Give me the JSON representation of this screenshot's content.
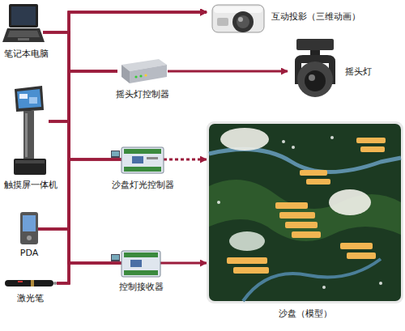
{
  "diagram": {
    "nodes": [
      {
        "text": [
          "笔记本电脑"
        ]
      },
      {
        "text": [
          "触摸屏一体机"
        ]
      },
      {
        "text": [
          "PDA"
        ]
      },
      {
        "text": [
          "激光笔"
        ]
      },
      {
        "text": [
          "互动投影（三维动画）"
        ]
      },
      {
        "text": [
          "摇头灯控制器"
        ]
      },
      {
        "text": [
          "摇头灯"
        ]
      },
      {
        "text": [
          "沙盘灯光控制器"
        ]
      },
      {
        "text": [
          "控制接收器"
        ]
      },
      {
        "text": [
          "沙盘（模型）"
        ]
      }
    ],
    "edges": [
      {
        "from": 0,
        "to": 4,
        "arrow": "to"
      },
      {
        "from": 0,
        "to": 5,
        "arrow": "none"
      },
      {
        "from": 0,
        "to": 7,
        "arrow": "none"
      },
      {
        "from": 0,
        "to": 8,
        "arrow": "none"
      },
      {
        "from": 1,
        "to": 4,
        "arrow": "to"
      },
      {
        "from": 1,
        "to": 5,
        "arrow": "none"
      },
      {
        "from": 1,
        "to": 7,
        "arrow": "none"
      },
      {
        "from": 1,
        "to": 8,
        "arrow": "none"
      },
      {
        "from": 2,
        "to": 4,
        "arrow": "to"
      },
      {
        "from": 2,
        "to": 5,
        "arrow": "none"
      },
      {
        "from": 2,
        "to": 7,
        "arrow": "none"
      },
      {
        "from": 2,
        "to": 8,
        "arrow": "none"
      },
      {
        "from": 3,
        "to": 4,
        "arrow": "to"
      },
      {
        "from": 3,
        "to": 5,
        "arrow": "none"
      },
      {
        "from": 3,
        "to": 7,
        "arrow": "none"
      },
      {
        "from": 3,
        "to": 8,
        "arrow": "none"
      },
      {
        "from": 5,
        "to": 6,
        "arrow": "to"
      },
      {
        "from": 7,
        "to": 9,
        "arrow": "to"
      },
      {
        "from": 8,
        "to": 9,
        "arrow": "to"
      }
    ]
  }
}
